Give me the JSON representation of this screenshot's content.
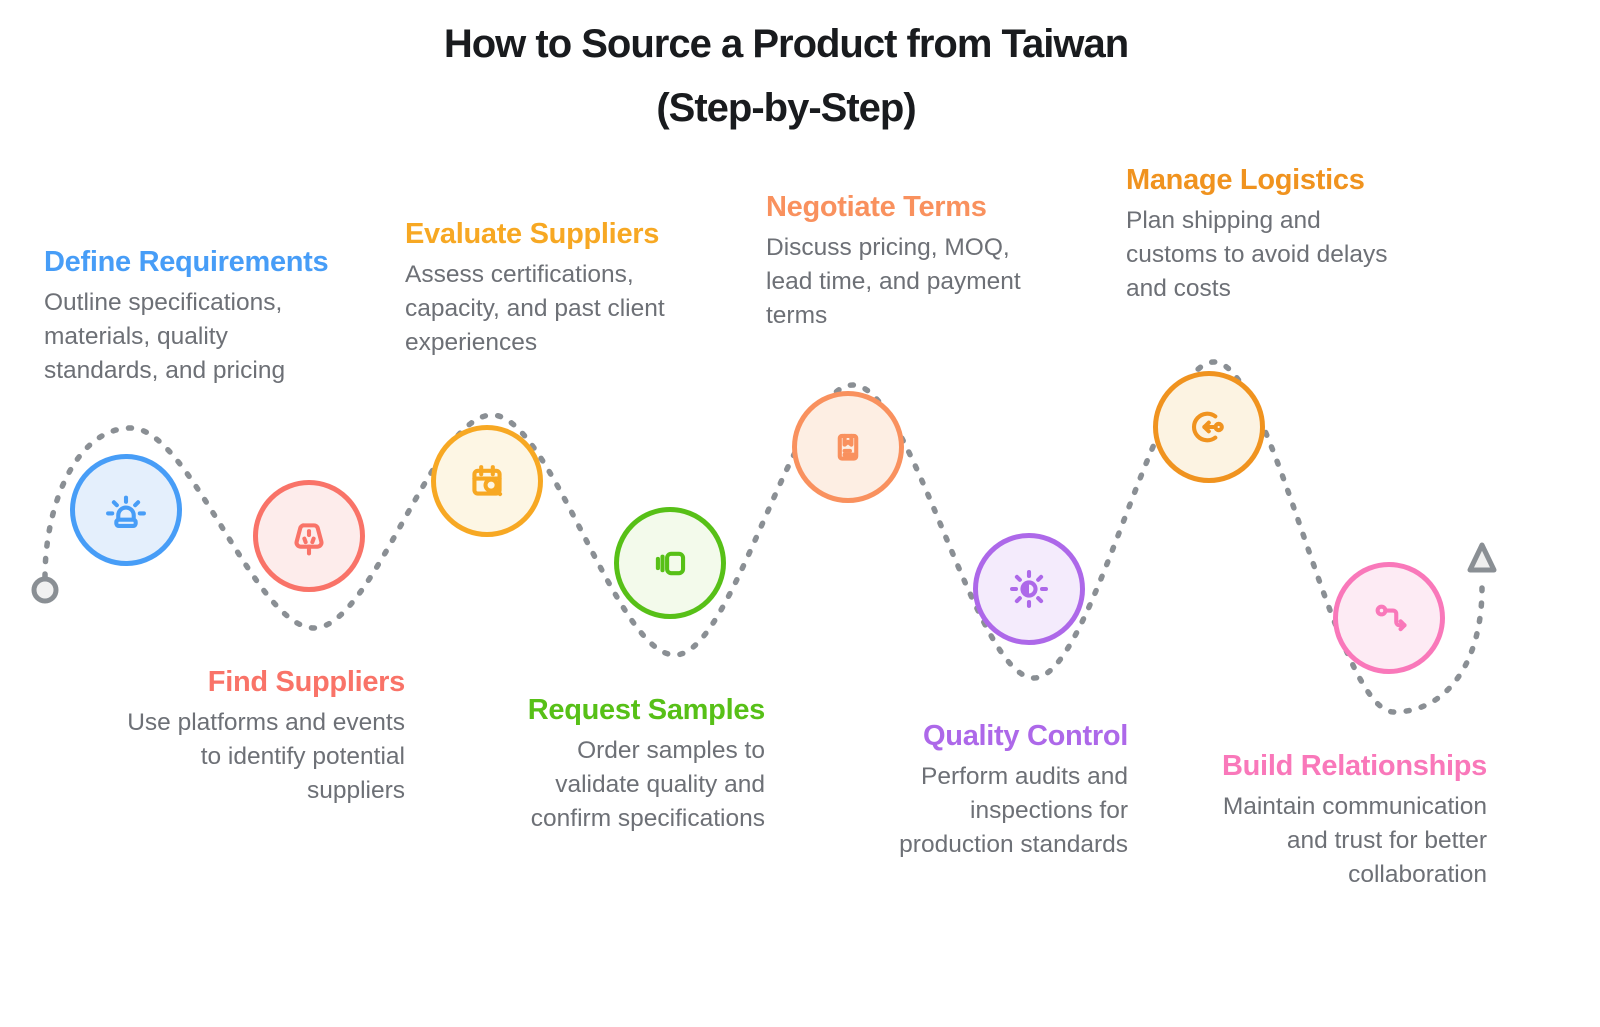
{
  "title": {
    "line1": "How to Source a Product from Taiwan",
    "line2": "(Step-by-Step)"
  },
  "steps": [
    {
      "title": "Define Requirements",
      "description": "Outline specifications, materials, quality standards, and pricing",
      "color": "#479df7",
      "fill": "#e4effc",
      "icon": "siren-icon"
    },
    {
      "title": "Find Suppliers",
      "description": "Use platforms and events to identify potential suppliers",
      "color": "#f97368",
      "fill": "#fdeceb",
      "icon": "power-plug-icon"
    },
    {
      "title": "Evaluate Suppliers",
      "description": "Assess certifications, capacity, and past client experiences",
      "color": "#f7a823",
      "fill": "#fdf6e4",
      "icon": "calendar-search-icon"
    },
    {
      "title": "Request Samples",
      "description": "Order samples to validate quality and confirm specifications",
      "color": "#57c017",
      "fill": "#f3faeb",
      "icon": "sample-cards-icon"
    },
    {
      "title": "Negotiate Terms",
      "description": "Discuss pricing, MOQ, lead time, and payment terms",
      "color": "#f9915e",
      "fill": "#fdeee3",
      "icon": "notebook-icon"
    },
    {
      "title": "Quality Control",
      "description": "Perform audits and inspections for production standards",
      "color": "#ad68e9",
      "fill": "#f4ebfc",
      "icon": "brightness-icon"
    },
    {
      "title": "Manage Logistics",
      "description": "Plan shipping and customs to avoid delays and costs",
      "color": "#f0931f",
      "fill": "#fcf3e2",
      "icon": "import-arrow-icon"
    },
    {
      "title": "Build Relationships",
      "description": "Maintain communication and trust for better collaboration",
      "color": "#f978ba",
      "fill": "#fdebf4",
      "icon": "route-icon"
    }
  ],
  "path": {
    "color": "#8a8f94",
    "start_marker": "circle",
    "end_marker": "triangle-arrow"
  }
}
